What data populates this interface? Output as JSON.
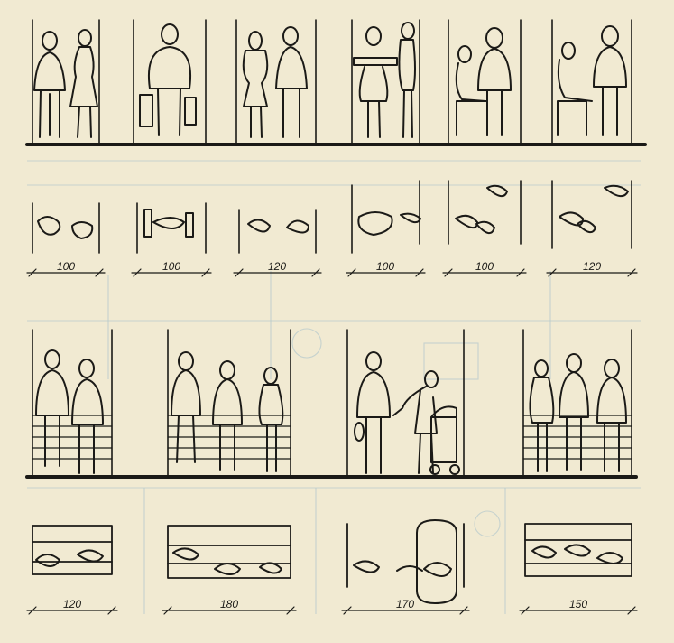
{
  "figure": {
    "row1_labels": [
      "100",
      "100",
      "120",
      "100",
      "100",
      "120"
    ],
    "row2_labels": [
      "120",
      "180",
      "170",
      "150"
    ],
    "units_hint": "cm",
    "ink_color": "#1b1a17",
    "paper_color": "#f1ead2",
    "ghost_color": "#b7c9cc"
  }
}
